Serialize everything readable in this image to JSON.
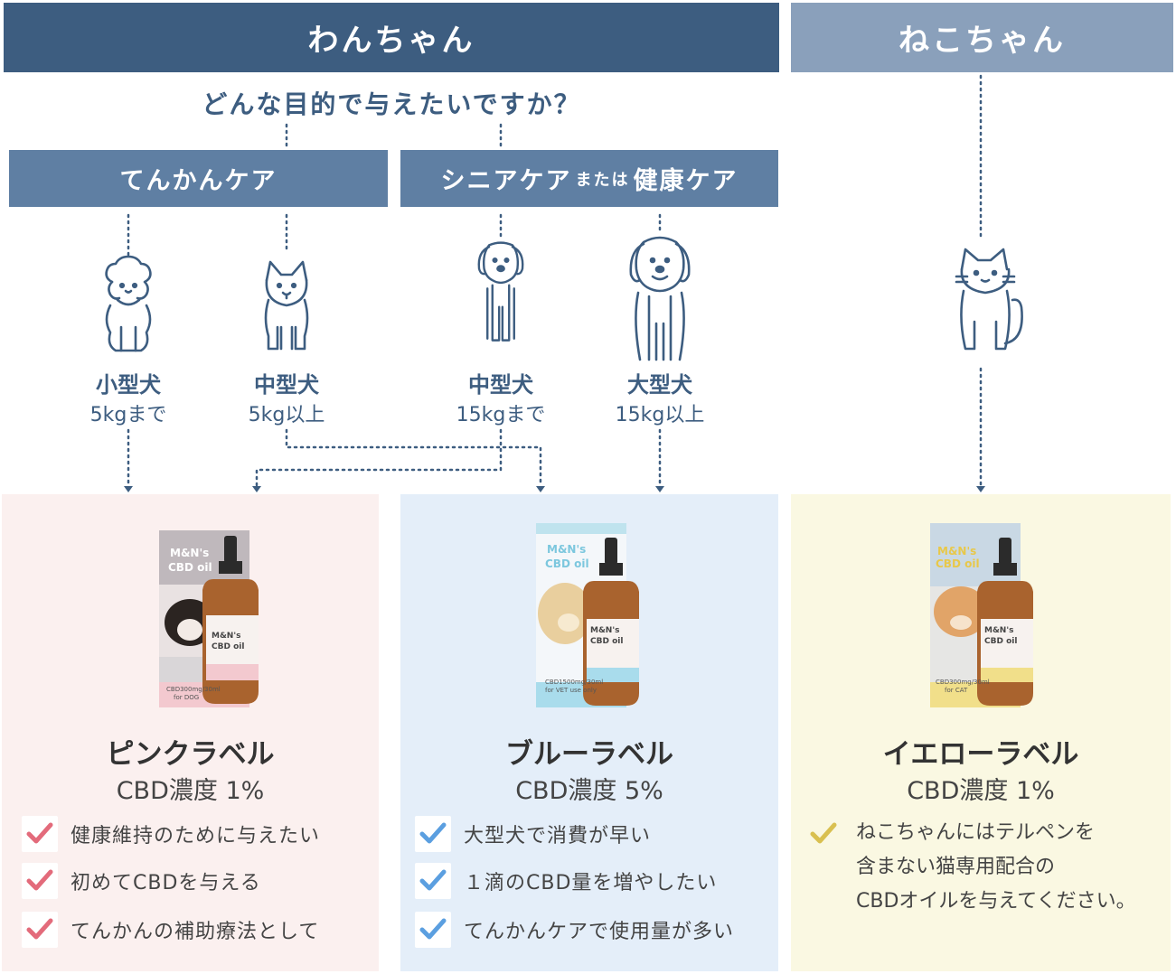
{
  "header": {
    "dog": "わんちゃん",
    "cat": "ねこちゃん"
  },
  "question": "どんな目的で与えたいですか？",
  "care": {
    "epilepsy": "てんかんケア",
    "senior_a": "シニアケア",
    "senior_or": "または",
    "senior_b": "健康ケア"
  },
  "dogs": [
    {
      "icon": "poodle-icon",
      "name": "小型犬",
      "range": "5kgまで"
    },
    {
      "icon": "shiba-icon",
      "name": "中型犬",
      "range": "5kg以上"
    },
    {
      "icon": "beagle-icon",
      "name": "中型犬",
      "range": "15kgまで"
    },
    {
      "icon": "golden-retriever-icon",
      "name": "大型犬",
      "range": "15kg以上"
    }
  ],
  "cat_icon": "cat-icon",
  "products": [
    {
      "name": "ピンクラベル",
      "concentration": "CBD濃度 1%",
      "check_color": "#e36b7b",
      "box_brand": "M&N's",
      "box_sub": "CBD oil",
      "box_spec": "CBD300mg/30ml",
      "box_target": "for DOG",
      "features": [
        "健康維持のために与えたい",
        "初めてCBDを与える",
        "てんかんの補助療法として"
      ]
    },
    {
      "name": "ブルーラベル",
      "concentration": "CBD濃度 5%",
      "check_color": "#5b9fe0",
      "box_brand": "M&N's",
      "box_sub": "CBD oil",
      "box_spec": "CBD1500mg/30ml",
      "box_target": "for VET use only",
      "features": [
        "大型犬で消費が早い",
        "１滴のCBD量を増やしたい",
        "てんかんケアで使用量が多い"
      ]
    },
    {
      "name": "イエローラベル",
      "concentration": "CBD濃度 1%",
      "check_color": "#d9c050",
      "box_brand": "M&N's",
      "box_sub": "CBD oil",
      "box_spec": "CBD300mg/30ml",
      "box_target": "for CAT",
      "note_lines": [
        "ねこちゃんにはテルペンを",
        "含まない猫専用配合の",
        "CBDオイルを与えてください。"
      ]
    }
  ],
  "colors": {
    "navy": "#3d5d80",
    "mid": "#5f7fa3",
    "light": "#8aa0bb"
  }
}
